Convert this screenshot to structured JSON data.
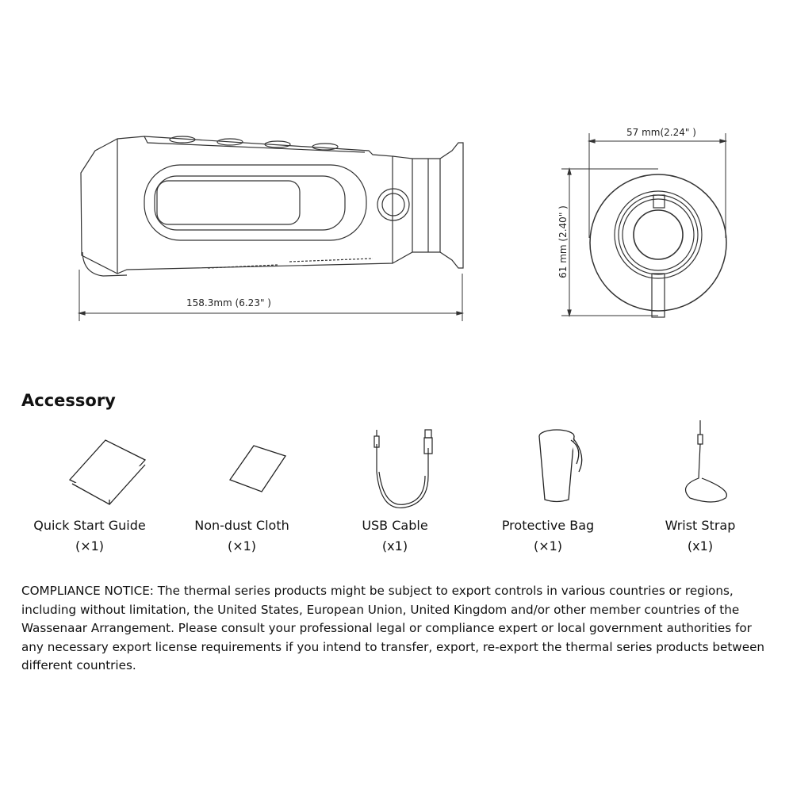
{
  "dimensions": {
    "length": "158.3mm (6.23\"  )",
    "width": "57 mm(2.24\"  )",
    "height": "61 mm (2.40\"  )"
  },
  "accessory": {
    "heading": "Accessory",
    "items": [
      {
        "name": "Quick Start Guide",
        "qty": "(×1)",
        "icon": "booklet-icon"
      },
      {
        "name": "Non-dust Cloth",
        "qty": "(×1)",
        "icon": "cloth-icon"
      },
      {
        "name": "USB Cable",
        "qty": "(x1)",
        "icon": "usb-cable-icon"
      },
      {
        "name": "Protective Bag",
        "qty": "(×1)",
        "icon": "bag-icon"
      },
      {
        "name": "Wrist Strap",
        "qty": "(x1)",
        "icon": "wrist-strap-icon"
      }
    ]
  },
  "notice": "COMPLIANCE NOTICE: The thermal series products might be subject to export controls in various countries or regions, including without limitation, the United States, European Union, United Kingdom and/or other member countries of the Wassenaar Arrangement. Please consult your professional legal or compliance expert or local government authorities for any necessary export license requirements if you intend to transfer, export, re-export the thermal series products between different countries."
}
